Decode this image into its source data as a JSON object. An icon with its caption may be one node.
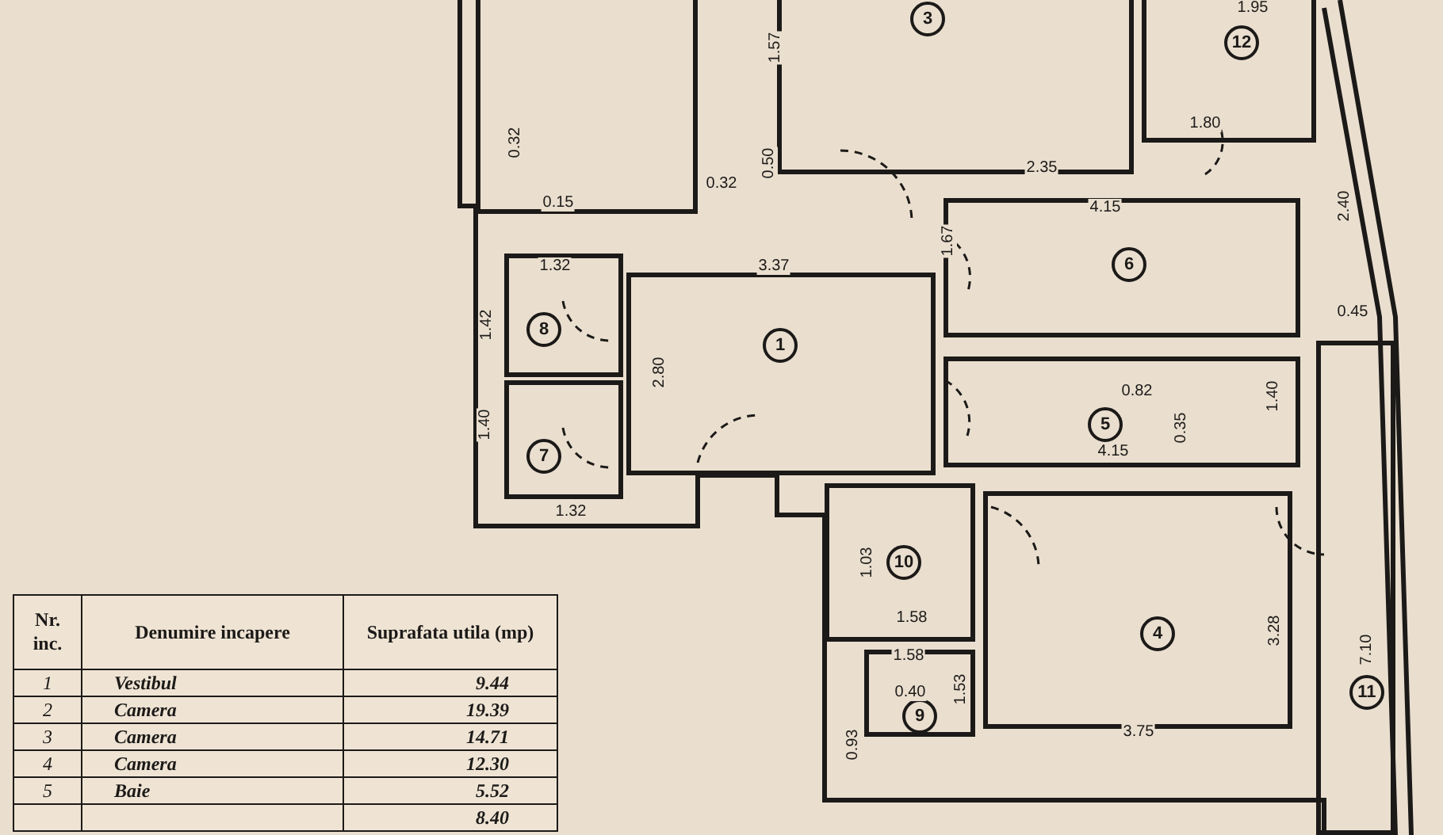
{
  "diagram": {
    "nodes": [
      {
        "text": [],
        "shape": "box"
      },
      {
        "text": [
          "3"
        ]
      },
      {
        "text": [
          "12"
        ]
      },
      {
        "text": [
          "8"
        ]
      },
      {
        "text": [
          "1"
        ]
      },
      {
        "text": [
          "6"
        ]
      },
      {
        "text": [
          "5"
        ]
      },
      {
        "text": [
          "7"
        ]
      },
      {
        "text": [
          "10"
        ]
      },
      {
        "text": [
          "4"
        ]
      },
      {
        "text": [
          "11"
        ]
      },
      {
        "text": [
          "9"
        ]
      }
    ],
    "labels": [
      "1.57",
      "1.95",
      "0.32",
      "0.15",
      "0.50",
      "0.32",
      "1.32",
      "3.37",
      "1.42",
      "2.80",
      "1.40",
      "1.32",
      "1.67",
      "2.35",
      "4.15",
      "1.80",
      "2.40",
      "0.45",
      "0.82",
      "0.35",
      "1.40",
      "4.15",
      "1.03",
      "1.58",
      "1.58",
      "0.40",
      "0.93",
      "1.53",
      "3.28",
      "3.75",
      "7.10",
      "Nr. inc.",
      "Denumire incapere",
      "Suprafata utila (mp)",
      "1",
      "Vestibul",
      "9.44",
      "2",
      "Camera",
      "19.39",
      "3",
      "Camera",
      "14.71",
      "4",
      "Camera",
      "12.30",
      "5",
      "Baie",
      "5.52",
      "8.40"
    ]
  }
}
